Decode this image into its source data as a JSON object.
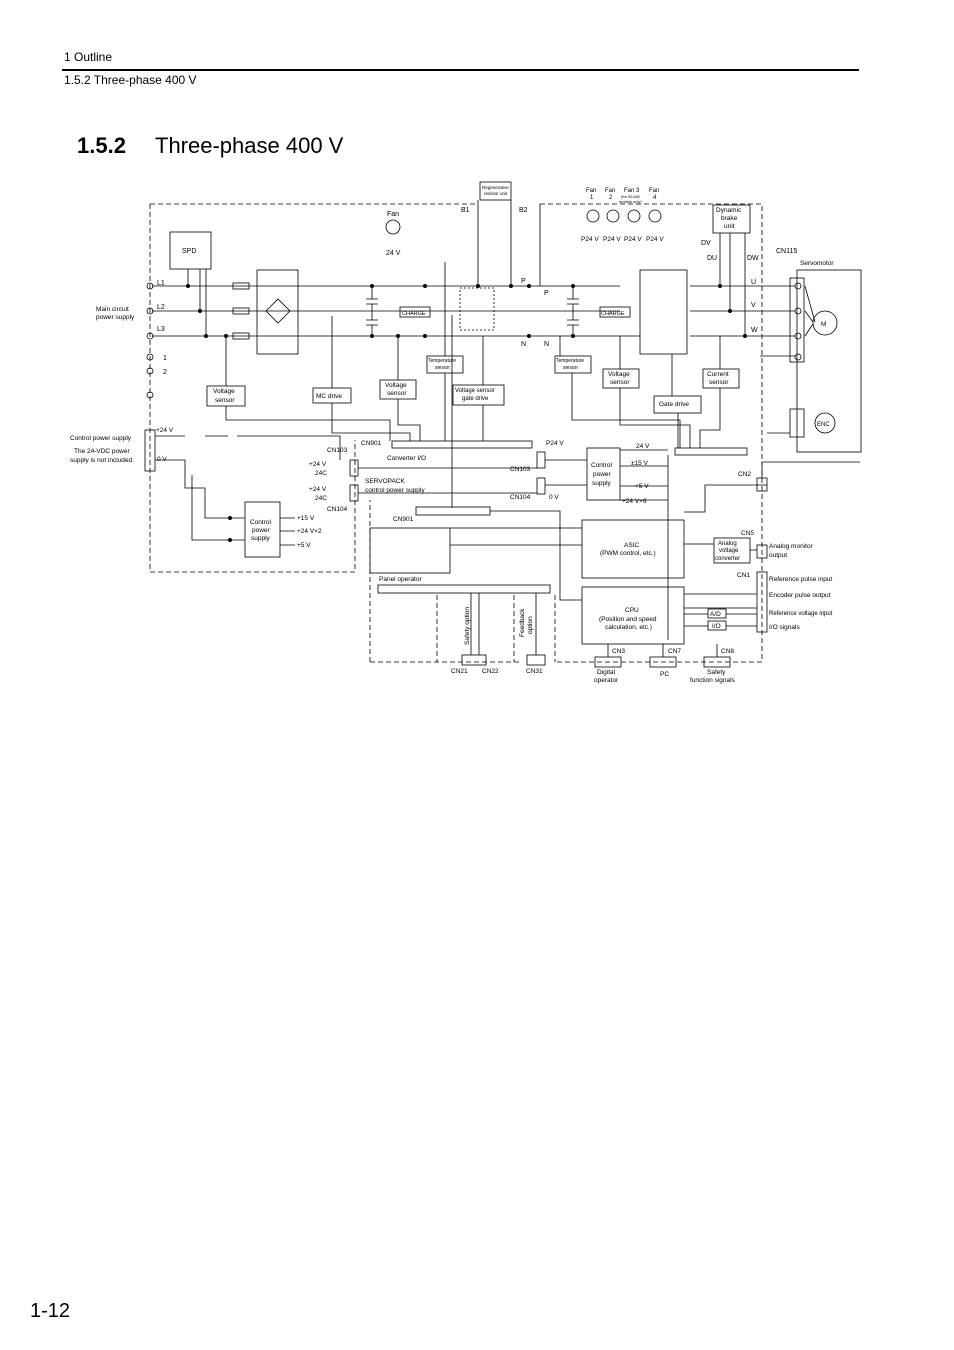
{
  "header": {
    "chapter": "1  Outline",
    "section": "1.5.2  Three-phase 400 V"
  },
  "section": {
    "number": "1.5.2",
    "title": "Three-phase 400 V"
  },
  "page_number": "1-12",
  "labels": {
    "spd": "SPD",
    "l1": "L1",
    "l2": "L2",
    "l3": "L3",
    "main_circuit_1": "Main circuit",
    "main_circuit_2": "power supply",
    "t1": "1",
    "t2": "2",
    "fan": "Fan",
    "fan_24v": "24 V",
    "b1": "B1",
    "b2": "B2",
    "regen_1": "Regenerative",
    "regen_2": "resistor unit",
    "charge1": "CHARGE",
    "charge2": "CHARGE",
    "p1": "P",
    "n1": "N",
    "p2": "P",
    "n2": "N",
    "voltage_sensor_1a": "Voltage",
    "voltage_sensor_1b": "sensor",
    "mc_drive": "MC drive",
    "voltage_sensor_2a": "Voltage",
    "voltage_sensor_2b": "sensor",
    "temp1a": "Temperature",
    "temp1b": "sensor",
    "vs_gate_1": "Voltage sensor",
    "vs_gate_2": "gate drive",
    "temp2a": "Temperature",
    "temp2b": "sensor",
    "voltage_sensor_3a": "Voltage",
    "voltage_sensor_3b": "sensor",
    "gate_drive": "Gate drive",
    "current_sensor_a": "Current",
    "current_sensor_b": "sensor",
    "fan1a": "Fan",
    "fan1b": "1",
    "fan2a": "Fan",
    "fan2b": "2",
    "fan3a": "Fan 3",
    "fan3b": "(for 55-kW",
    "fan3c": "models only)",
    "fan4a": "Fan",
    "fan4b": "4",
    "p24v_1": "P24 V",
    "p24v_2": "P24 V",
    "p24v_3": "P24 V",
    "p24v_4": "P24 V",
    "dyn_1": "Dynamic",
    "dyn_2": "brake",
    "dyn_3": "unit",
    "dv": "DV",
    "du": "DU",
    "dw": "DW",
    "cn115": "CN115",
    "servomotor": "Servomotor",
    "u": "U",
    "v": "V",
    "w": "W",
    "m": "M",
    "enc": "ENC",
    "ctrl_ps": "Control power supply",
    "vdc_note_1": "The 24-VDC power",
    "vdc_note_2": "supply is not included.",
    "plus24v": "+24 V",
    "zero_v": "0 V",
    "cn901a": "CN901",
    "cn103a": "CN103",
    "converter_io": "Converter I/O",
    "s24v_1": "+24 V",
    "s24c_1": "24C",
    "s24v_2": "+24 V",
    "s24c_2": "24C",
    "servopack_1": "SERVOPACK",
    "servopack_2": "control power supply",
    "cn104a": "CN104",
    "ctrl_a": "Control",
    "ctrl_b": "power",
    "ctrl_c": "supply",
    "p15v": "+15 V",
    "p24vx2": "+24 V×2",
    "p5v": "+5 V",
    "cn901b": "CN901",
    "panel_operator": "Panel operator",
    "p24v_b": "P24 V",
    "cn103b": "CN103",
    "cn104b": "CN104",
    "zero_v_b": "0 V",
    "ctrl2_a": "Control",
    "ctrl2_b": "power",
    "ctrl2_c": "supply",
    "v24": "24 V",
    "pm15v": "±15 V",
    "p5v_b": "+5 V",
    "p24vx6": "+24 V×6",
    "cn2": "CN2",
    "cn5": "CN5",
    "cn1": "CN1",
    "asic_1": "ASIC",
    "asic_2": "(PWM control, etc.)",
    "cpu_1": "CPU",
    "cpu_2": "(Position and speed",
    "cpu_3": "calculation, etc.)",
    "avc_1": "Analog",
    "avc_2": "voltage",
    "avc_3": "converter",
    "analog_mon_1": "Analog monitor",
    "analog_mon_2": "output",
    "ref_pulse": "Reference pulse input",
    "enc_pulse": "Encoder pulse output",
    "ref_voltage": "Reference voltage input",
    "io_signals": "I/O signals",
    "ad": "A/D",
    "io": "I/O",
    "safety_option": "Safety option",
    "feedback_1": "Feedback",
    "feedback_2": "option",
    "cn21": "CN21",
    "cn22": "CN22",
    "cn31": "CN31",
    "cn3": "CN3",
    "cn7": "CN7",
    "cn8": "CN8",
    "digital_1": "Digital",
    "digital_2": "operator",
    "pc": "PC",
    "safety_fn_1": "Safety",
    "safety_fn_2": "function signals"
  }
}
